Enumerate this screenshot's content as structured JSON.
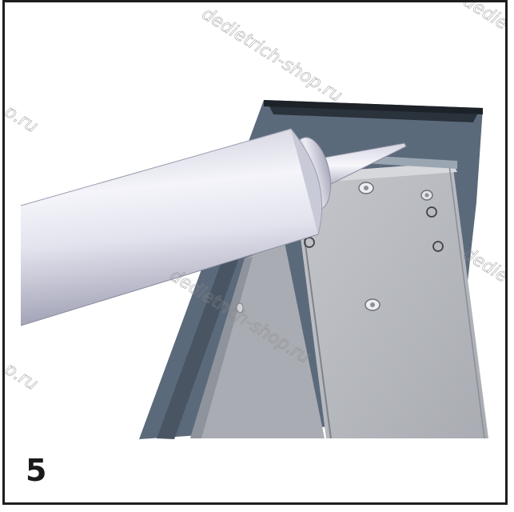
{
  "figure": {
    "step_number": "5",
    "watermark_text": "dedietrich-shop.ru",
    "watermark_fragment": "p.ru",
    "colors": {
      "frame": "#1e1e1e",
      "panel_dark": "#5a6878",
      "panel_face": "#b9bcc1",
      "cartridge": "#d9dae6",
      "nozzle": "#e6e7f0"
    },
    "icons": [
      "sealant-cartridge-icon",
      "bracket-icon"
    ]
  }
}
